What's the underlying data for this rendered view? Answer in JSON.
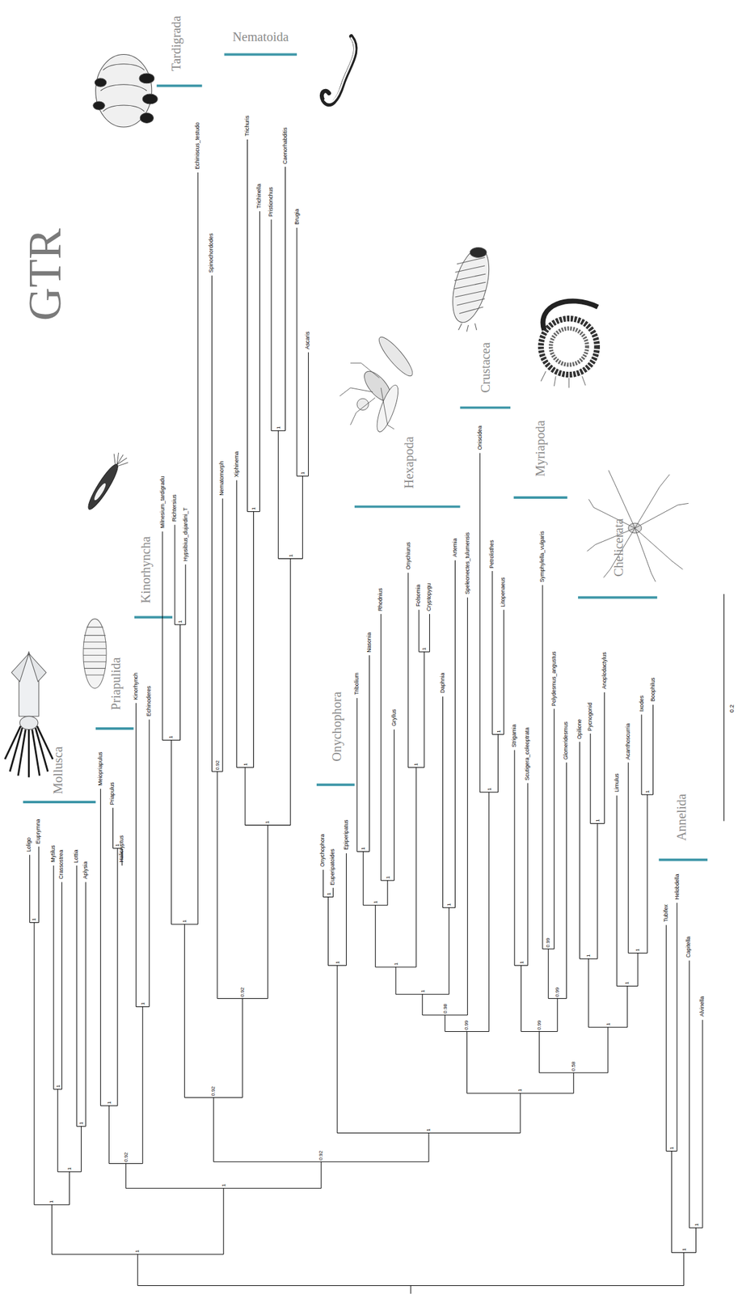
{
  "diagram": {
    "title": "GTR",
    "labels": [
      "Mollusca",
      "Priapulida",
      "Kinorhyncha",
      "Tardigrada",
      "Nematoida",
      "Onychophora",
      "Hexapoda",
      "Crustacea",
      "Myriapoda",
      "Chelicerata",
      "Annelida",
      "0.2",
      "Loligo",
      "Euprymna",
      "Mytilus",
      "Crassostrea",
      "Lottia",
      "Aplysia",
      "Meiopriapulus",
      "Priapulus",
      "Halicryptus",
      "Kinorhynch",
      "Echinoderes",
      "Milnesium_tardigradu",
      "Richtersius",
      "Hypsibius_dujardini_T",
      "Echiniscus_testudo",
      "Spinochordodes",
      "Nematomorph",
      "Xiphinema",
      "Trichuris",
      "Trichinella",
      "Pristionchus",
      "Caenorhabditis",
      "Brugia",
      "Ascaris",
      "Onychophora",
      "Euperipatoides",
      "Epiperipatus",
      "Tribolium",
      "Nasonia",
      "Rhodnius",
      "Gryllus",
      "Onychiurus",
      "Folsomia",
      "Cryptopygu",
      "Daphnia",
      "Artemia",
      "Speleonectes_tulumensis",
      "Oniscidea",
      "Petrolisthes",
      "Litopenaeus",
      "Strigamia",
      "Scutigera_coleoptrata",
      "Symphylella_vulgaris",
      "Polydesmus_angustus",
      "Glomeridesmus",
      "Opilione",
      "Pycnogonid",
      "Anoplodactylus",
      "Limulus",
      "Acanthoscurria",
      "Ixodes",
      "Boophilus",
      "Tubifex",
      "Helobdella",
      "Capitella",
      "Alvinella",
      "1",
      "1",
      "1",
      "1",
      "1",
      "1",
      "1",
      "1",
      "0.92",
      "1",
      "1",
      "1",
      "0.92",
      "1",
      "1",
      "1",
      "1",
      "1",
      "1",
      "0.92",
      "0.92",
      "1",
      "1",
      "1",
      "1",
      "1",
      "1",
      "1",
      "1",
      "1",
      "1",
      "0.98",
      "1",
      "1",
      "0.99",
      "1",
      "0.99",
      "0.99",
      "0.99",
      "1",
      "1",
      "1",
      "1",
      "1",
      "1",
      "0.58",
      "1",
      "1",
      "0.92",
      "1",
      "1",
      "1",
      "1",
      "1"
    ]
  }
}
